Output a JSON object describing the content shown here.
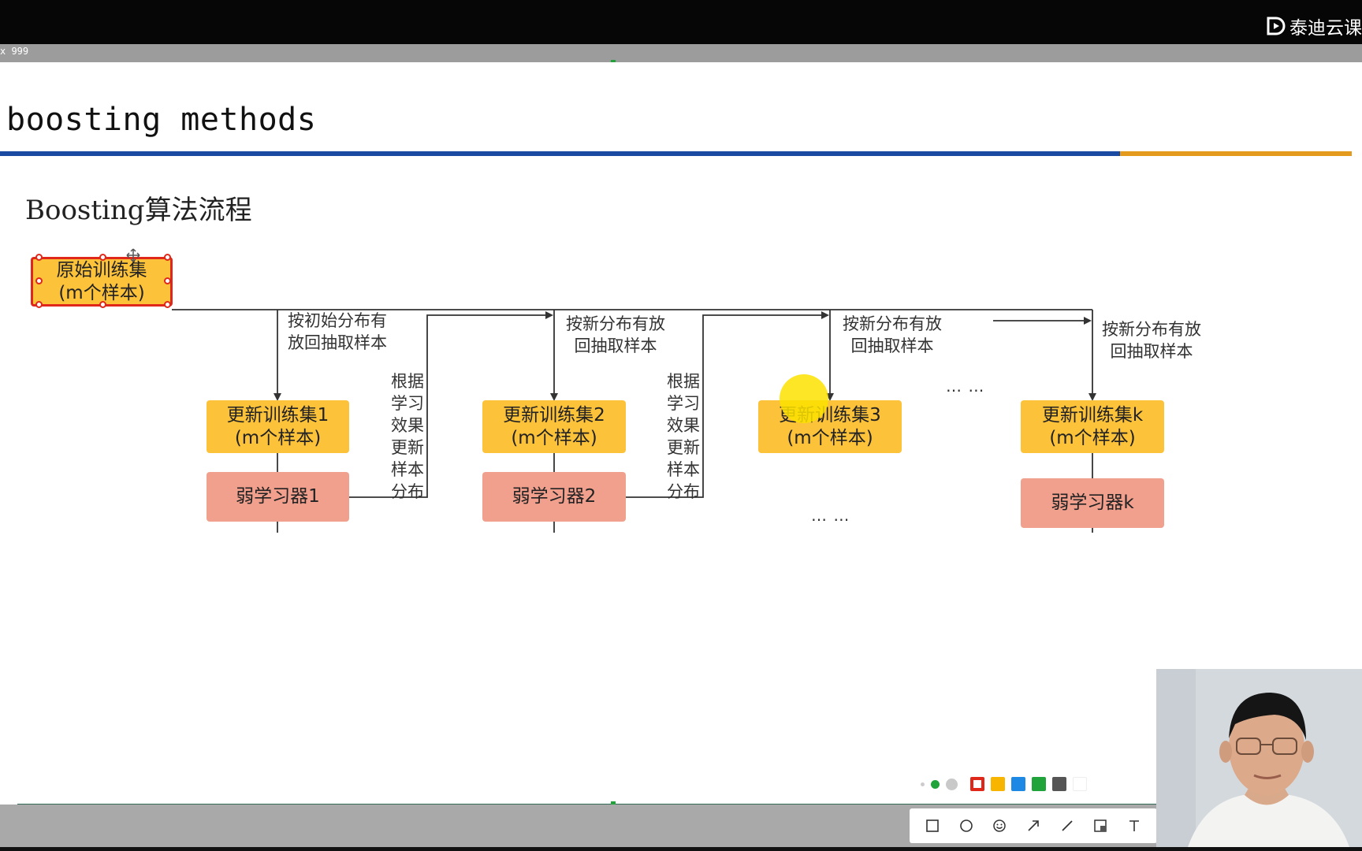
{
  "brand": {
    "name": "泰迪云课",
    "logo": "d-play-logo"
  },
  "window": {
    "dims_label": "x 999"
  },
  "slide": {
    "title": "boosting methods",
    "subtitle": "Boosting算法流程",
    "colors": {
      "rule_blue": "#1b4aa3",
      "rule_orange": "#e49b1d",
      "box_yellow": "#fcc23a",
      "box_pink": "#f2a08e",
      "selection": "#e0281a"
    }
  },
  "diagram": {
    "source": {
      "label": "原始训练集\n(m个样本)"
    },
    "updates": [
      {
        "label": "更新训练集1\n(m个样本)"
      },
      {
        "label": "更新训练集2\n(m个样本)"
      },
      {
        "label": "更新训练集3\n(m个样本)"
      },
      {
        "label": "更新训练集k\n(m个样本)"
      }
    ],
    "learners": [
      {
        "label": "弱学习器1"
      },
      {
        "label": "弱学习器2"
      },
      {
        "label": "弱学习器k"
      }
    ],
    "sample_labels": [
      "按初始分布有\n放回抽取样本",
      "按新分布有放\n回抽取样本",
      "按新分布有放\n回抽取样本",
      "按新分布有放\n回抽取样本"
    ],
    "feedback_labels": [
      "根据\n学习\n效果\n更新\n样本\n分布",
      "根据\n学习\n效果\n更新\n样本\n分布"
    ],
    "ellipsis_row1": "… …",
    "ellipsis_row2": "… …"
  },
  "annotation_palette": {
    "sizes": [
      "small",
      "medium",
      "large"
    ],
    "colors": [
      "#e0281a",
      "#f7b500",
      "#1e88e5",
      "#1fa33a",
      "#555555",
      "#ffffff"
    ],
    "selected_size": "medium",
    "selected_color": "#e0281a"
  },
  "toolbar": {
    "tools": [
      "rectangle-icon",
      "circle-icon",
      "emoji-icon",
      "arrow-icon",
      "pen-icon",
      "eraser-icon",
      "text-icon"
    ]
  }
}
